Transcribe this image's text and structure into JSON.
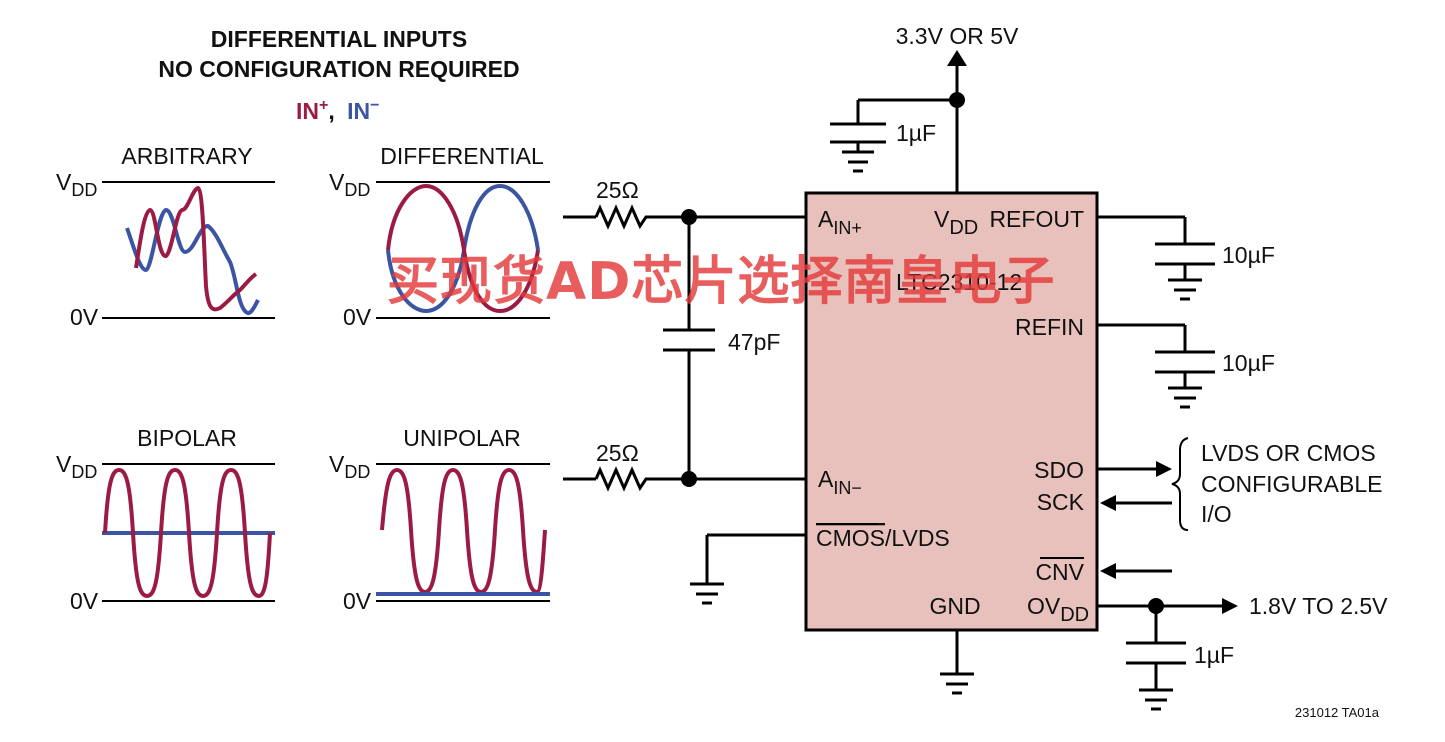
{
  "header": {
    "line1": "DIFFERENTIAL INPUTS",
    "line2": "NO CONFIGURATION REQUIRED",
    "in_plus": "IN",
    "in_plus_sup": "+",
    "separator": ",",
    "in_minus": "IN",
    "in_minus_sup": "−"
  },
  "waveforms": {
    "arbitrary": {
      "title": "ARBITRARY",
      "vdd": "V",
      "vdd_sub": "DD",
      "zero": "0V"
    },
    "differential": {
      "title": "DIFFERENTIAL",
      "vdd": "V",
      "vdd_sub": "DD",
      "zero": "0V"
    },
    "bipolar": {
      "title": "BIPOLAR",
      "vdd": "V",
      "vdd_sub": "DD",
      "zero": "0V"
    },
    "unipolar": {
      "title": "UNIPOLAR",
      "vdd": "V",
      "vdd_sub": "DD",
      "zero": "0V"
    }
  },
  "components": {
    "supply": "3.3V OR 5V",
    "cap_supply": "1µF",
    "resistor_top": "25Ω",
    "resistor_bottom": "25Ω",
    "cap_input": "47pF",
    "cap_refout": "10µF",
    "cap_refin": "10µF",
    "cap_ovdd": "1µF",
    "ovdd_range": "1.8V TO 2.5V"
  },
  "chip": {
    "part": "LTC2310-12",
    "ain_plus": "A",
    "ain_plus_sub": "IN+",
    "ain_minus": "A",
    "ain_minus_sub": "IN−",
    "vdd": "V",
    "vdd_sub": "DD",
    "refout": "REFOUT",
    "refin": "REFIN",
    "sdo": "SDO",
    "sck": "SCK",
    "cmos_lvds_bar": "CMOS",
    "cmos_lvds_rest": "/LVDS",
    "cnv": "CNV",
    "gnd": "GND",
    "ovdd": "OV",
    "ovdd_sub": "DD"
  },
  "io_note": {
    "line1": "LVDS OR CMOS",
    "line2": "CONFIGURABLE",
    "line3": "I/O"
  },
  "figure_id": "231012 TA01a",
  "watermark": "买现货AD芯片选择南皇电子",
  "colors": {
    "in_plus": "#9b1b42",
    "in_minus": "#3b55a3",
    "chip_fill": "#e8c1bc",
    "wire": "#000000",
    "watermark": "#e33b3b"
  }
}
